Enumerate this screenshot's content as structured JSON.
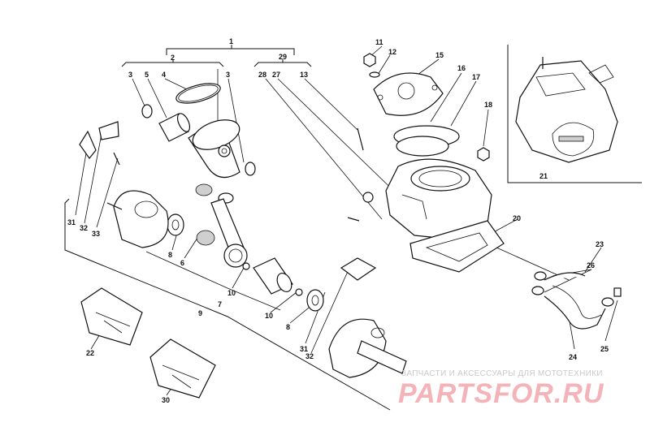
{
  "labels": {
    "l1": "1",
    "l2": "2",
    "l3a": "3",
    "l3b": "3",
    "l4": "4",
    "l5": "5",
    "l6": "6",
    "l7": "7",
    "l8a": "8",
    "l8b": "8",
    "l9": "9",
    "l10a": "10",
    "l10b": "10",
    "l11": "11",
    "l12": "12",
    "l13": "13",
    "l15": "15",
    "l16": "16",
    "l17": "17",
    "l18": "18",
    "l20": "20",
    "l21": "21",
    "l22": "22",
    "l23": "23",
    "l24": "24",
    "l25": "25",
    "l26": "26",
    "l27": "27",
    "l28": "28",
    "l29": "29",
    "l30": "30",
    "l31a": "31",
    "l31b": "31",
    "l32a": "32",
    "l32b": "32",
    "l33": "33"
  },
  "watermark": {
    "subtitle": "ЗАПЧАСТИ И АКСЕССУАРЫ ДЛЯ МОТОТЕХНИКИ",
    "logo": "PARTSFOR.RU"
  },
  "colors": {
    "line": "#111111",
    "watermark_logo": "#f4b3b8",
    "watermark_text": "#c9c9c9"
  }
}
